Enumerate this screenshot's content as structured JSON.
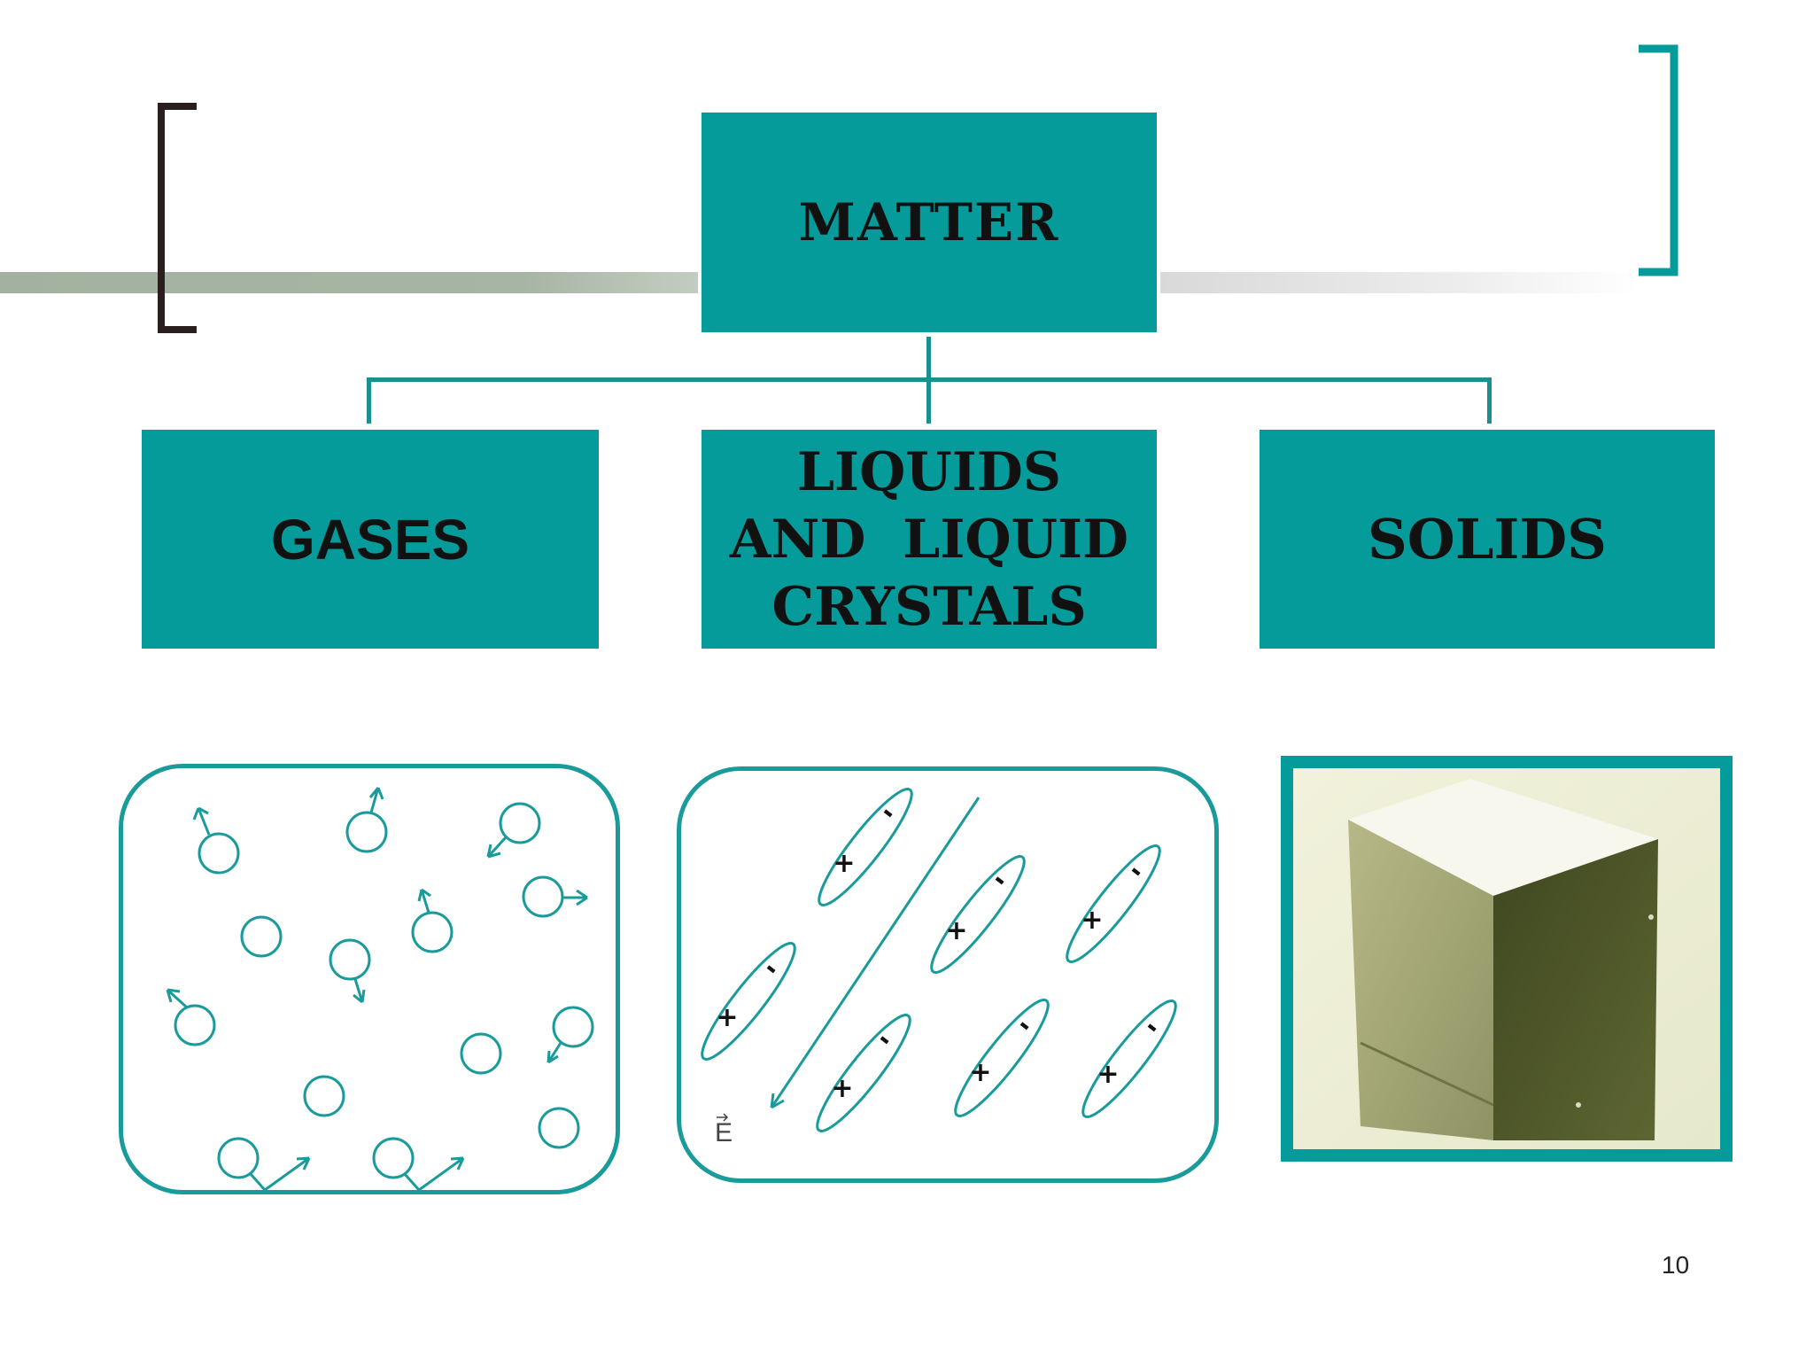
{
  "slide": {
    "title_box": "MATTER",
    "categories": [
      {
        "label": "GASES"
      },
      {
        "label_lines": [
          "LIQUIDS",
          "AND  LIQUID",
          "CRYSTALS"
        ]
      },
      {
        "label": "SOLIDS"
      }
    ],
    "field_label": "E",
    "page_number": "10"
  },
  "colors": {
    "teal": "#069b9b",
    "dark_bracket": "#2b1e1e",
    "grey_band": "#a3b2a0",
    "text": "#111111"
  },
  "icons": {
    "left_bracket": "left-bracket-shape",
    "right_bracket": "right-bracket-shape",
    "gas_molecule": "circle-with-arrow",
    "liquid_crystal_molecule": "dipole-ellipse",
    "solid_sample": "cube-photo"
  }
}
